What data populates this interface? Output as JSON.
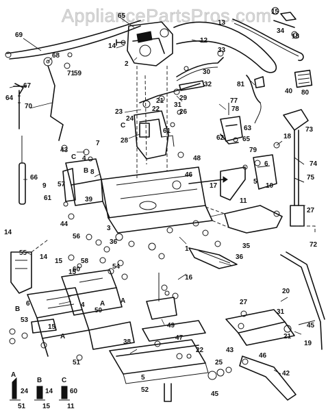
{
  "watermark": "AppliancePartsPros.com",
  "callouts": [
    {
      "label": "69"
    },
    {
      "label": "65"
    },
    {
      "label": "13"
    },
    {
      "label": "15"
    },
    {
      "label": "34"
    },
    {
      "label": "18"
    },
    {
      "label": "14"
    },
    {
      "label": "12"
    },
    {
      "label": "33"
    },
    {
      "label": "68"
    },
    {
      "label": "71"
    },
    {
      "label": "67"
    },
    {
      "label": "2"
    },
    {
      "label": "30"
    },
    {
      "label": "32"
    },
    {
      "label": "81"
    },
    {
      "label": "80"
    },
    {
      "label": "64"
    },
    {
      "label": "70"
    },
    {
      "label": "23"
    },
    {
      "label": "22"
    },
    {
      "label": "21"
    },
    {
      "label": "31"
    },
    {
      "label": "29"
    },
    {
      "label": "77"
    },
    {
      "label": "78"
    },
    {
      "label": "24"
    },
    {
      "label": "26"
    },
    {
      "label": "61"
    },
    {
      "label": "63"
    },
    {
      "label": "62"
    },
    {
      "label": "65"
    },
    {
      "label": "79"
    },
    {
      "label": "73"
    },
    {
      "label": "7"
    },
    {
      "label": "28"
    },
    {
      "label": "43"
    },
    {
      "label": "4"
    },
    {
      "label": "8"
    },
    {
      "label": "48"
    },
    {
      "label": "46"
    },
    {
      "label": "18"
    },
    {
      "label": "6"
    },
    {
      "label": "74"
    },
    {
      "label": "66"
    },
    {
      "label": "9"
    },
    {
      "label": "57"
    },
    {
      "label": "17"
    },
    {
      "label": "5"
    },
    {
      "label": "10"
    },
    {
      "label": "75"
    },
    {
      "label": "61"
    },
    {
      "label": "39"
    },
    {
      "label": "11"
    },
    {
      "label": "27"
    },
    {
      "label": "44"
    },
    {
      "label": "14"
    },
    {
      "label": "3"
    },
    {
      "label": "56"
    },
    {
      "label": "36"
    },
    {
      "label": "72"
    },
    {
      "label": "55"
    },
    {
      "label": "14"
    },
    {
      "label": "36"
    },
    {
      "label": "15"
    },
    {
      "label": "58"
    },
    {
      "label": "54"
    },
    {
      "label": "15"
    },
    {
      "label": "16"
    },
    {
      "label": "53"
    },
    {
      "label": "4"
    },
    {
      "label": "50"
    },
    {
      "label": "20"
    },
    {
      "label": "49"
    },
    {
      "label": "27"
    },
    {
      "label": "31"
    },
    {
      "label": "45"
    },
    {
      "label": "21"
    },
    {
      "label": "19"
    },
    {
      "label": "38"
    },
    {
      "label": "47"
    },
    {
      "label": "22"
    },
    {
      "label": "51"
    },
    {
      "label": "43"
    },
    {
      "label": "46"
    },
    {
      "label": "5"
    },
    {
      "label": "52"
    },
    {
      "label": "25"
    },
    {
      "label": "42"
    },
    {
      "label": "45"
    },
    {
      "label": "35"
    },
    {
      "label": "1"
    },
    {
      "label": "40"
    },
    {
      "label": "15"
    },
    {
      "label": "6"
    },
    {
      "label": "60"
    },
    {
      "label": "59"
    }
  ],
  "assembly_letters": [
    "C",
    "B",
    "C",
    "A",
    "A",
    "B",
    "A"
  ],
  "legend": [
    {
      "letter": "A",
      "part": "24",
      "sub": "51"
    },
    {
      "letter": "B",
      "part": "14",
      "sub": "15"
    },
    {
      "letter": "C",
      "part": "60",
      "sub": "11"
    }
  ]
}
